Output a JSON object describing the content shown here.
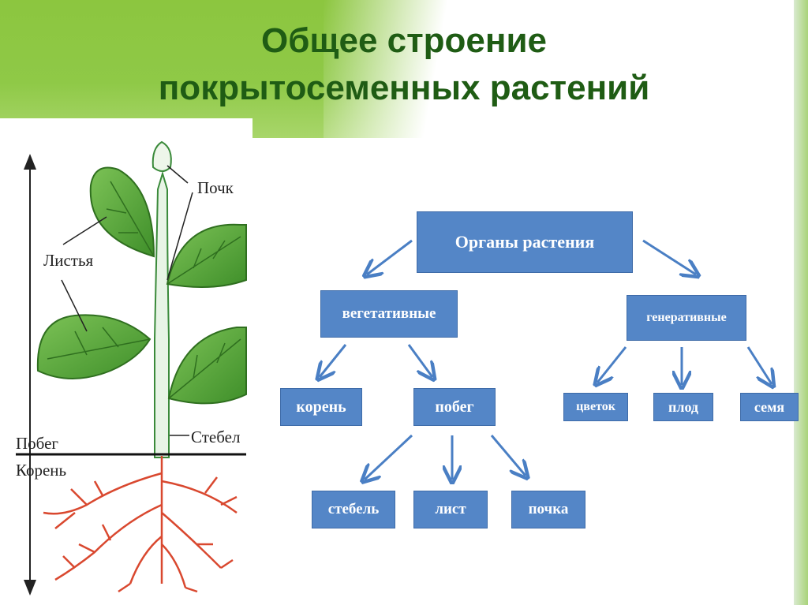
{
  "title": {
    "line1": "Общее строение",
    "line2": "покрытосеменных растений"
  },
  "illustration": {
    "labels": {
      "bud": "Почк",
      "leaves": "Листья",
      "stem": "Стебел",
      "shoot": "Побег",
      "root": "Корень"
    }
  },
  "diagram": {
    "root_node": "Органы растения",
    "vegetative": "вегетативные",
    "generative": "генеративные",
    "veg_children": {
      "root": "корень",
      "shoot": "побег"
    },
    "shoot_children": {
      "stem": "стебель",
      "leaf": "лист",
      "bud": "почка"
    },
    "gen_children": {
      "flower": "цветок",
      "fruit": "плод",
      "seed": "семя"
    }
  },
  "colors": {
    "header_green": "#8cc63f",
    "title_green": "#1f5c14",
    "box_blue": "#5486c7",
    "arrow_blue": "#4a7fc4",
    "leaf_green": "#5fae3e",
    "root_red": "#d9482f"
  }
}
